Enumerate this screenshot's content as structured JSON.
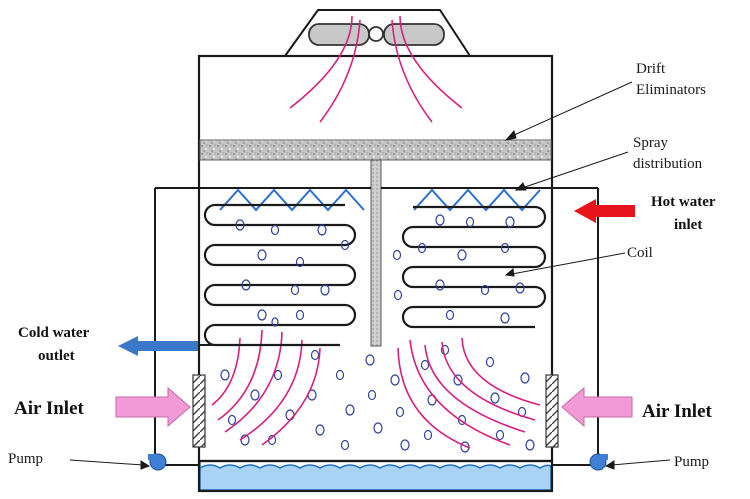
{
  "labels": {
    "drift_line1": "Drift",
    "drift_line2": "Eliminators",
    "spray_line1": "Spray",
    "spray_line2": "distribution",
    "hot_line1": "Hot water",
    "hot_line2": "inlet",
    "coil": "Coil",
    "cold_line1": "Cold water",
    "cold_line2": "outlet",
    "air_inlet_left": "Air Inlet",
    "air_inlet_right": "Air Inlet",
    "pump_left": "Pump",
    "pump_right": "Pump"
  },
  "colors": {
    "outline": "#1a1a1a",
    "airflow_curve": "#d61f7f",
    "hot_arrow": "#e8141b",
    "cold_arrow": "#3b78c9",
    "air_arrow": "#f29ad6",
    "spray_nozzle": "#2c6fd1",
    "basin_water": "#a9d3f5",
    "pump": "#3f7fd6",
    "eliminator": "#b9b9b9"
  },
  "icons": {
    "fan": "fan-icon",
    "pump": "pump-icon"
  }
}
